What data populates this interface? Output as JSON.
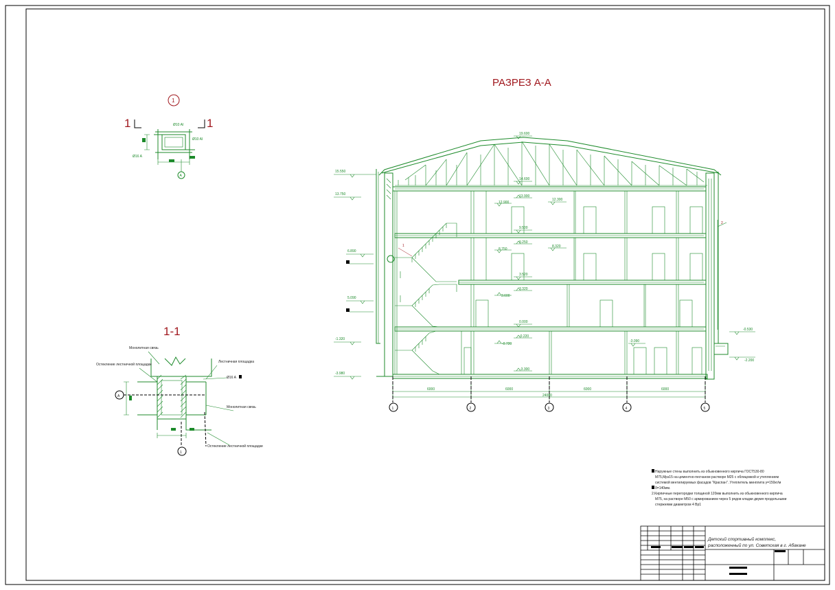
{
  "section_title": "РАЗРЕЗ А-А",
  "detail_1": {
    "callout": "1",
    "cut_left": "1",
    "cut_right": "1",
    "rebar_top": "Ø10 AI",
    "rebar_right": "Ø10 AI",
    "rebar_left": "Ø16 A",
    "axis": "А"
  },
  "detail_11": {
    "title": "1-1",
    "axis_left": "А",
    "axis_bottom": "1",
    "labels": [
      "Монолитная связь",
      "Остекление лестничной площадки",
      "Лестничная площадка",
      "Ø16 A",
      "Монолитная связь",
      "Остекление лестничной площадки"
    ]
  },
  "levels": {
    "ridge": "19.600",
    "eave": "15.550",
    "roof": "14.600",
    "attic": "13.750",
    "l3_floor": "13.900",
    "l3_beam": "12.300",
    "l3_a": "12.900",
    "l2_top": "9.500",
    "l2_b": "9.250",
    "l2_c": "8.750",
    "l2_d": "8.320",
    "stair_a": "6.890",
    "l1_top": "3.520",
    "l1_b": "3.320",
    "l1_c": "3.600",
    "stair_b": "5.090",
    "zero": "0.000",
    "m220": "-0.220",
    "m720": "-0.720",
    "m3090": "-3.090",
    "m1320": "-1.320",
    "m3300": "-3.300",
    "m3980": "-3.980",
    "r_a": "-0.530",
    "r_b": "-2.200"
  },
  "dimensions": {
    "span1": "6000",
    "span2": "6000",
    "span3": "6000",
    "span4": "6000",
    "total": "24000"
  },
  "axes": [
    "1",
    "2",
    "3",
    "4",
    "5"
  ],
  "wall_mark": "2",
  "stair_mark": "1",
  "notes": [
    "Наружные стены выполнить из обыкновенного кирпича ГОСТ530-80",
    "М75,Мрз15 на цементно-песчаном растворе М25 с облицовкой и утеплением",
    "системой вентилируемых фасадов \"Краспан\". Утеплитель минплита γ=150кг/м",
    "δ=140мм.",
    "2.Кирпичные перегородки толщиной 120мм выполнить из обыкновенного кирпича",
    "М75, на растворе М50 с армированием через 5 рядов кладки двумя продольными",
    "стержнями диаметром 4 Вр1"
  ],
  "title_block": {
    "project_line1": "Детский спортивный комплекс,",
    "project_line2": "расположенный по ул. Советская в г. Абакане"
  }
}
